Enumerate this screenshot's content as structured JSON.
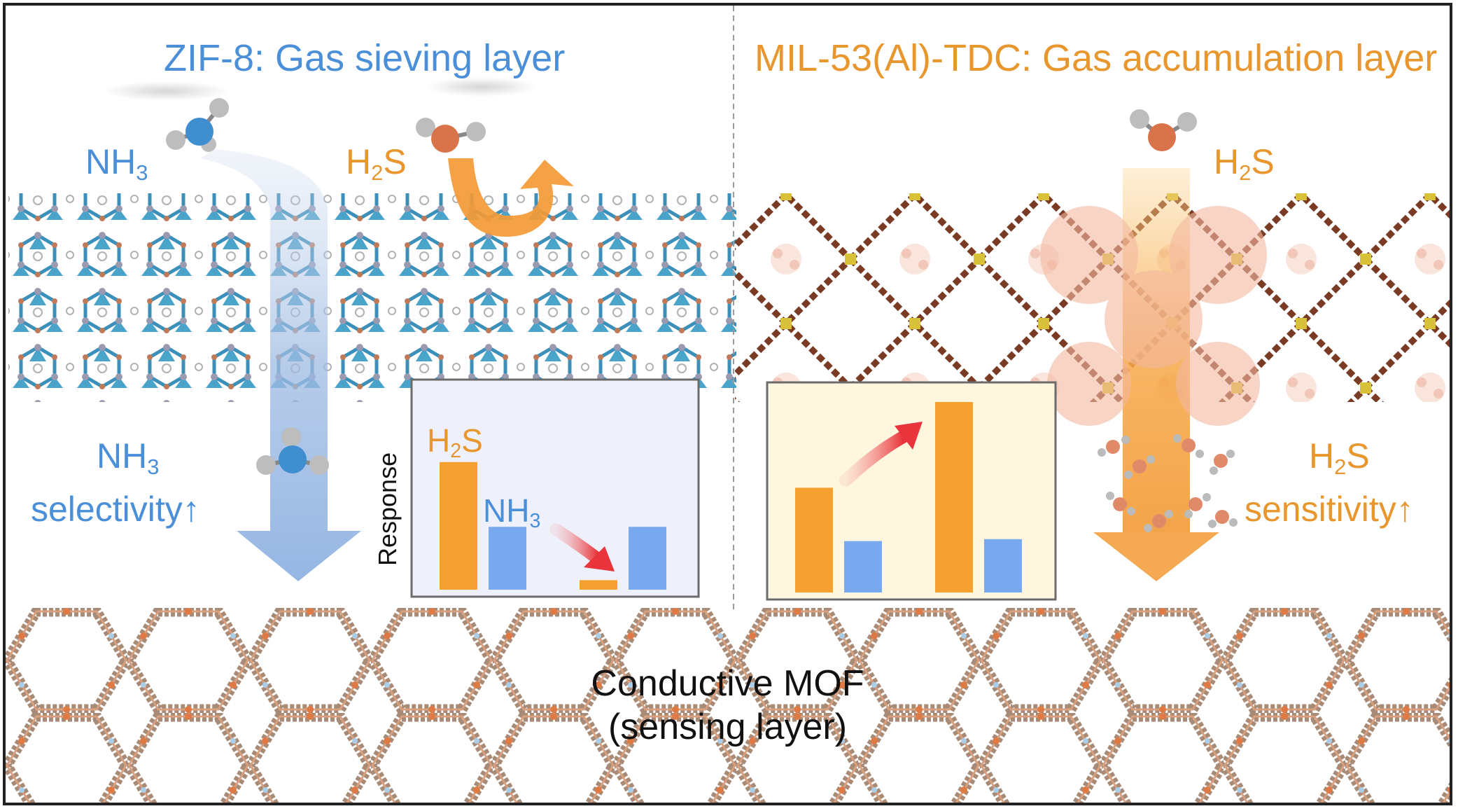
{
  "left_panel": {
    "title": "ZIF-8: Gas sieving layer",
    "gas_nh3": {
      "base": "NH",
      "sub": "3"
    },
    "gas_h2s": {
      "pre": "H",
      "sub": "2",
      "post": "S"
    },
    "outcome_gas": {
      "base": "NH",
      "sub": "3"
    },
    "outcome_text": "selectivity↑"
  },
  "right_panel": {
    "title_part1": "MIL-53(Al)-TDC:",
    "title_part2": "Gas accumulation layer",
    "gas_h2s": {
      "pre": "H",
      "sub": "2",
      "post": "S"
    },
    "outcome_gas": {
      "pre": "H",
      "sub": "2",
      "post": "S"
    },
    "outcome_text": "sensitivity↑"
  },
  "bottom_layer": {
    "line1": "Conductive MOF",
    "line2": "(sensing layer)"
  },
  "chart_data": [
    {
      "type": "bar",
      "ylabel": "Response",
      "series_labels": {
        "h2s": {
          "pre": "H",
          "sub": "2",
          "post": "S"
        },
        "nh3": {
          "base": "NH",
          "sub": "3"
        }
      },
      "groups": 2,
      "series": [
        {
          "name": "H2S",
          "color": "#f5a030",
          "values": [
            0.67,
            0.05
          ]
        },
        {
          "name": "NH3",
          "color": "#78a8ee",
          "values": [
            0.33,
            0.33
          ]
        }
      ],
      "annotation": "red arrow pointing down-right toward the reduced H2S bar",
      "ylim": [
        0,
        1
      ]
    },
    {
      "type": "bar",
      "groups": 2,
      "series": [
        {
          "name": "H2S",
          "color": "#f5a030",
          "values": [
            0.55,
            1.0
          ]
        },
        {
          "name": "NH3",
          "color": "#78a8ee",
          "values": [
            0.27,
            0.28
          ]
        }
      ],
      "annotation": "red arrow pointing up-right toward the increased H2S bar",
      "ylim": [
        0,
        1
      ]
    }
  ],
  "colors": {
    "zif_blue": "#4a8fd8",
    "mil_orange": "#e8962e",
    "chart1_bg": "#eef1fb",
    "chart2_bg": "#fff6df",
    "arrow_red": "#e8343a"
  }
}
